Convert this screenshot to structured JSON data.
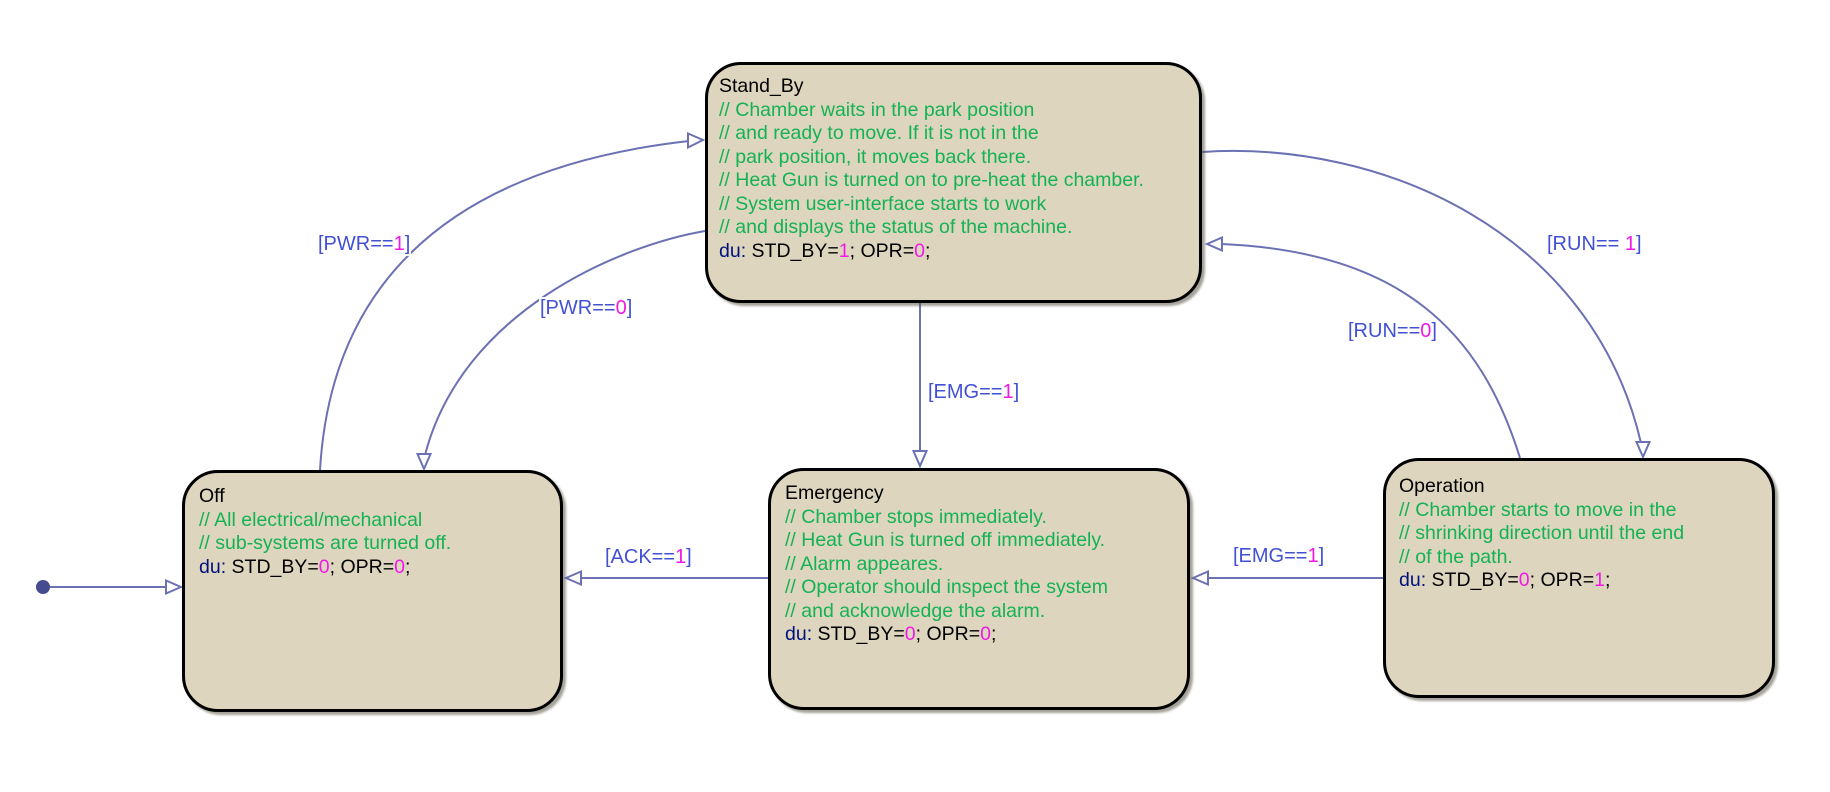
{
  "diagram": {
    "kind": "stateflow-state-machine",
    "colors": {
      "state_fill": "#ded5be",
      "state_border": "#000000",
      "transition_line": "#6b71b3",
      "condition_text": "#4250d4",
      "condition_number": "#f318e8",
      "comment_text": "#14b255",
      "keyword_text": "#00117e"
    }
  },
  "states": [
    {
      "title": "Stand_By",
      "comments": [
        "// Chamber waits in the park position",
        "// and ready to move. If it is not in the",
        "// park position, it moves back there.",
        "// Heat Gun is turned on to pre-heat the chamber.",
        "// System user-interface starts to work",
        "// and displays the status of the machine."
      ],
      "du": {
        "kw": "du:",
        "c1": " STD_BY=",
        "v1": "1",
        "c2": "; OPR=",
        "v2": "0",
        "c3": ";"
      }
    },
    {
      "title": "Off",
      "comments": [
        "// All electrical/mechanical",
        "// sub-systems are turned off."
      ],
      "du": {
        "kw": "du:",
        "c1": " STD_BY=",
        "v1": "0",
        "c2": "; OPR=",
        "v2": "0",
        "c3": ";"
      }
    },
    {
      "title": "Emergency",
      "comments": [
        "// Chamber stops immediately.",
        "// Heat Gun is turned off immediately.",
        "// Alarm appeares.",
        "// Operator should inspect the system",
        "// and acknowledge the alarm."
      ],
      "du": {
        "kw": "du:",
        "c1": " STD_BY=",
        "v1": "0",
        "c2": "; OPR=",
        "v2": "0",
        "c3": ";"
      }
    },
    {
      "title": "Operation",
      "comments": [
        "// Chamber starts to move in the",
        "// shrinking direction until the end",
        "// of the path."
      ],
      "du": {
        "kw": "du:",
        "c1": " STD_BY=",
        "v1": "0",
        "c2": "; OPR=",
        "v2": "1",
        "c3": ";"
      }
    }
  ],
  "transitions": [
    {
      "from": "Off",
      "to": "Stand_By",
      "pre": "[PWR==",
      "num": "1",
      "post": "]"
    },
    {
      "from": "Stand_By",
      "to": "Off",
      "pre": "[PWR==",
      "num": "0",
      "post": "]"
    },
    {
      "from": "Stand_By",
      "to": "Emergency",
      "pre": "[EMG==",
      "num": "1",
      "post": "]"
    },
    {
      "from": "Stand_By",
      "to": "Operation",
      "pre": "[RUN== ",
      "num": "1",
      "post": "]"
    },
    {
      "from": "Operation",
      "to": "Stand_By",
      "pre": "[RUN==",
      "num": "0",
      "post": "]"
    },
    {
      "from": "Operation",
      "to": "Emergency",
      "pre": "[EMG==",
      "num": "1",
      "post": "]"
    },
    {
      "from": "Emergency",
      "to": "Off",
      "pre": "[ACK==",
      "num": "1",
      "post": "]"
    }
  ]
}
